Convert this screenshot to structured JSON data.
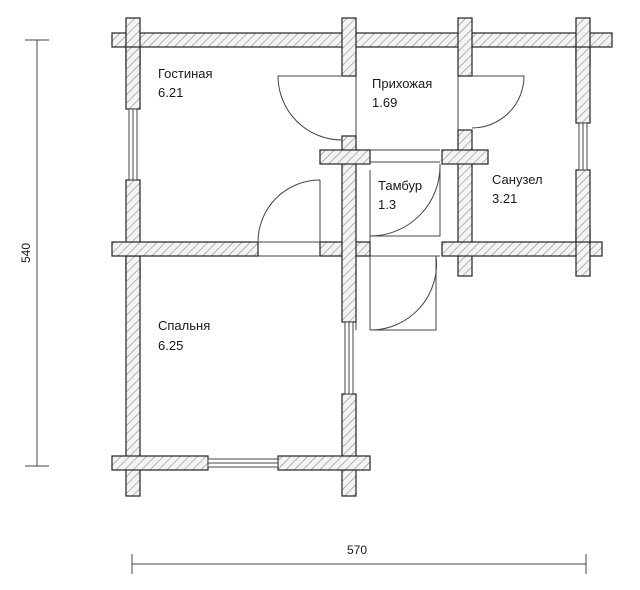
{
  "rooms": [
    {
      "name": "Гостиная",
      "area": "6.21"
    },
    {
      "name": "Прихожая",
      "area": "1.69"
    },
    {
      "name": "Тамбур",
      "area": "1.3"
    },
    {
      "name": "Санузел",
      "area": "3.21"
    },
    {
      "name": "Спальня",
      "area": "6.25"
    }
  ],
  "dimensions": {
    "height": "540",
    "width": "570"
  },
  "colors": {
    "wall_stroke": "#222222",
    "background": "#ffffff"
  }
}
